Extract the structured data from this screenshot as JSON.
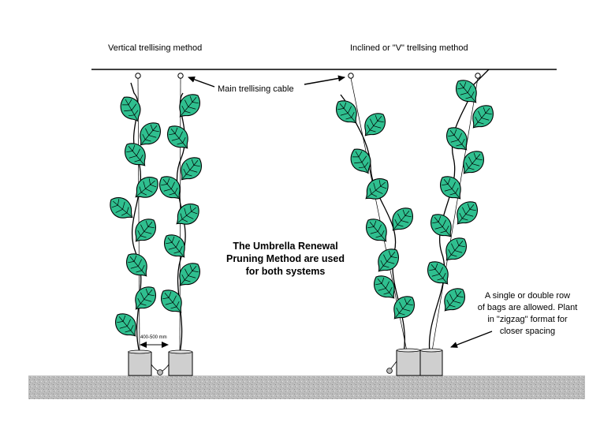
{
  "labels": {
    "vertical_method": "Vertical trellising method",
    "inclined_method": "Inclined or \"V\" trellsing method",
    "main_cable": "Main trellising cable",
    "spacing": "400-500 mm"
  },
  "center_text": [
    "The Umbrella Renewal",
    "Pruning Method are used",
    "for both systems"
  ],
  "note_text": [
    "A single or double row",
    "of bags are allowed.  Plant",
    "in \"zigzag\" format for",
    "closer spacing"
  ],
  "colors": {
    "leaf_fill": "#2fbf8f",
    "leaf_stroke": "#000000",
    "ground": "#bdbdbd",
    "bag": "#cfcfcf",
    "line": "#000000"
  }
}
